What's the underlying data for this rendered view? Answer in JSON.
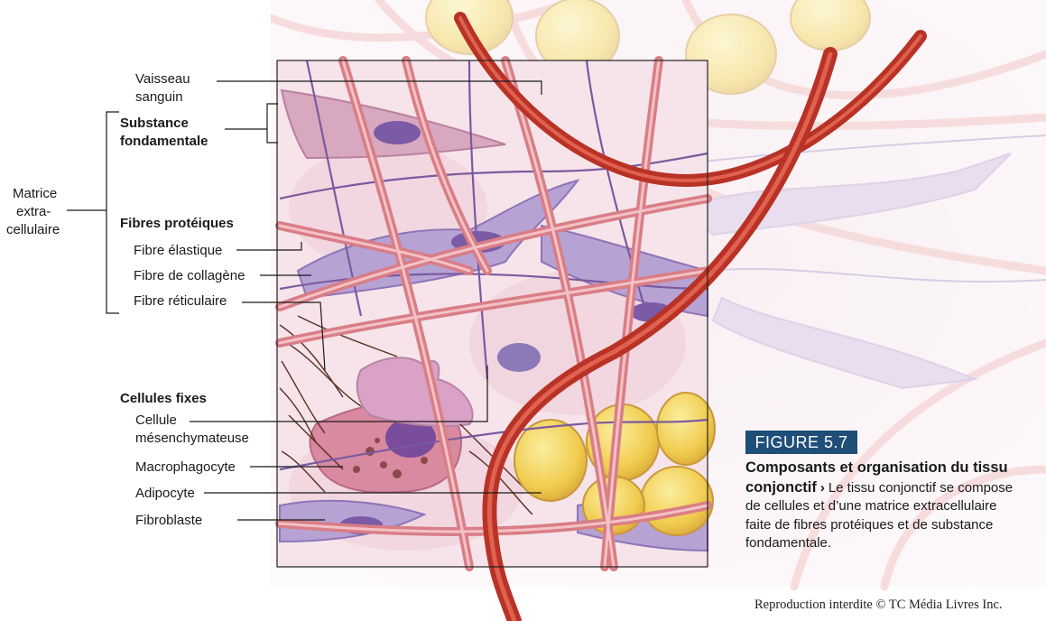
{
  "labels": {
    "vaisseau_1": "Vaisseau",
    "vaisseau_2": "sanguin",
    "substance_1": "Substance",
    "substance_2": "fondamentale",
    "matrice_1": "Matrice",
    "matrice_2": "extra-",
    "matrice_3": "cellulaire",
    "fibres_header": "Fibres protéiques",
    "fibre_elastique": "Fibre élastique",
    "fibre_collagene": "Fibre de collagène",
    "fibre_reticulaire": "Fibre réticulaire",
    "cellules_header": "Cellules fixes",
    "cellule_mes_1": "Cellule",
    "cellule_mes_2": "mésenchymateuse",
    "macrophagocyte": "Macrophagocyte",
    "adipocyte": "Adipocyte",
    "fibroblaste": "Fibroblaste"
  },
  "figure": {
    "tag": "FIGURE 5.7",
    "title": "Composants et organisation du tissu conjonctif",
    "arrow": "›",
    "description": "Le tissu conjonctif se compose de cellules et d’une matrice extracellulaire faite de fibres protéiques et de substance fondamentale."
  },
  "footer": "Reproduction interdite © TC Média Livres Inc.",
  "colors": {
    "figure_tag_bg": "#1f4e79",
    "collagen": "#e8969a",
    "elastic": "#7a5aa0",
    "fibroblast": "#a58fc8",
    "blood_vessel": "#c0392b",
    "adipocyte": "#f2d35a",
    "ground_substance": "#f6e4ea",
    "reticular": "#5a3020"
  }
}
